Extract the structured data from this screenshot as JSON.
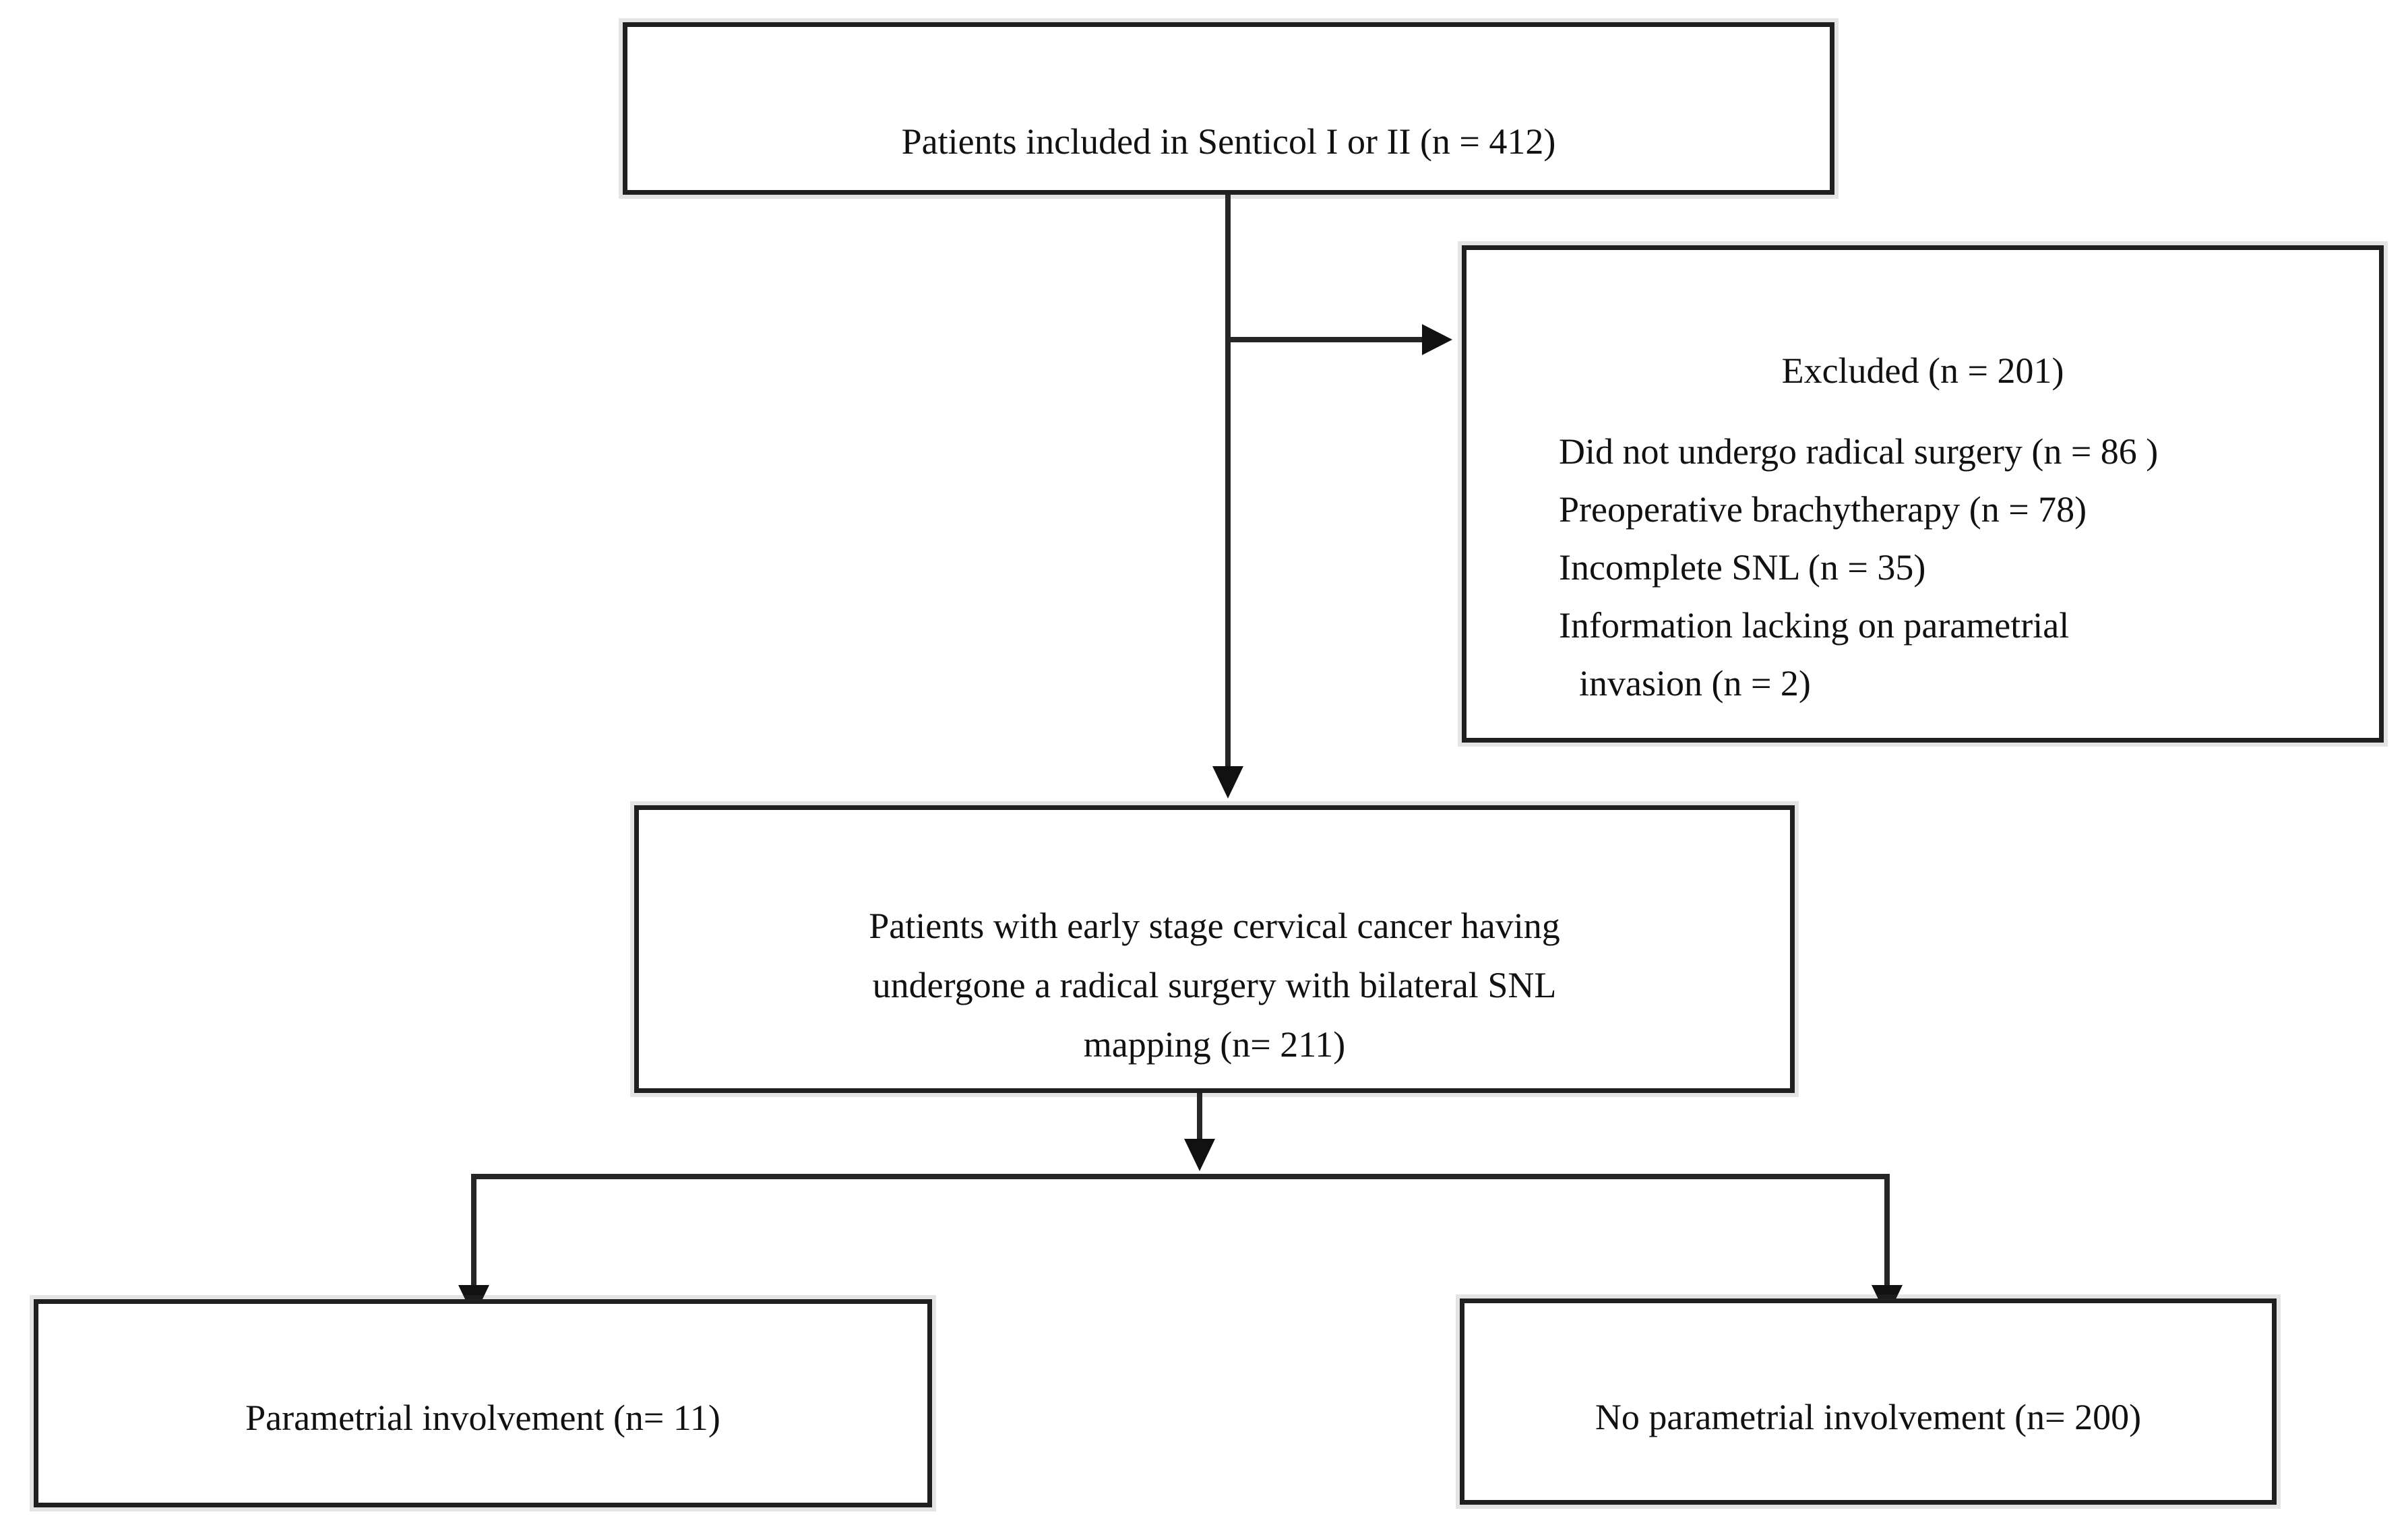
{
  "figure": {
    "type": "flowchart",
    "background": "#ffffff",
    "line_color": "#262626",
    "border_color": "#1f1f1f",
    "text_color": "#111111"
  },
  "nodes": {
    "included": {
      "label": "Patients included in Senticol I or II (n = 412)"
    },
    "excluded": {
      "title": "Excluded (n = 201)",
      "items": [
        "Did not undergo radical surgery (n = 86 )",
        "Preoperative brachytherapy (n = 78)",
        "Incomplete SNL (n = 35)",
        "Information lacking on parametrial",
        "invasion (n = 2)"
      ]
    },
    "cohort": {
      "lines": [
        "Patients with early stage cervical cancer having",
        "undergone a radical surgery with bilateral SNL",
        "mapping (n= 211)"
      ]
    },
    "parametrial": {
      "label": "Parametrial involvement (n= 11)"
    },
    "no_parametrial": {
      "label": "No parametrial involvement (n= 200)"
    }
  }
}
